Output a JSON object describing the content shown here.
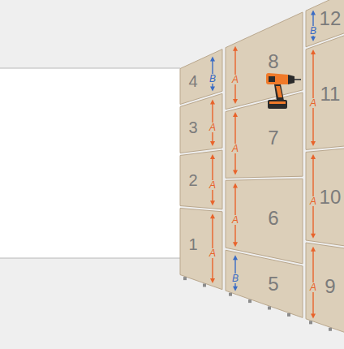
{
  "diagram": {
    "labels": [
      "4",
      "B",
      "3",
      "A",
      "2",
      "A",
      "1",
      "A",
      "8",
      "A",
      "7",
      "A",
      "6",
      "A",
      "5",
      "B",
      "12",
      "B",
      "11",
      "A",
      "10",
      "A",
      "9",
      "A"
    ]
  }
}
